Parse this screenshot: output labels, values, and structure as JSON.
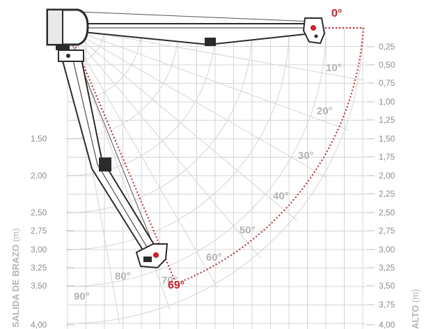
{
  "axes": {
    "left_title": "SALIDA DE BRAZO",
    "left_unit": "(m)",
    "right_title": "ALTO",
    "right_unit": "(m)"
  },
  "left_ticks": [
    "1,50",
    "2,00",
    "2,50",
    "2,75",
    "3,00",
    "3,25",
    "3,50",
    "4,00"
  ],
  "right_ticks": [
    "0,25",
    "0,50",
    "0,75",
    "1,00",
    "1,25",
    "1,50",
    "1,75",
    "2,00",
    "2,25",
    "2,50",
    "2,75",
    "3,00",
    "3,25",
    "3,50",
    "3,75",
    "4,00"
  ],
  "angles": [
    "10°",
    "20°",
    "30°",
    "40°",
    "50°",
    "60°",
    "70°",
    "80°",
    "90°"
  ],
  "limits": {
    "min_angle": "0°",
    "max_angle": "69°"
  },
  "colors": {
    "accent": "#d42027",
    "grid": "#d4d4d4",
    "label": "#8c8c8c",
    "arm": "#2b2b2b"
  }
}
